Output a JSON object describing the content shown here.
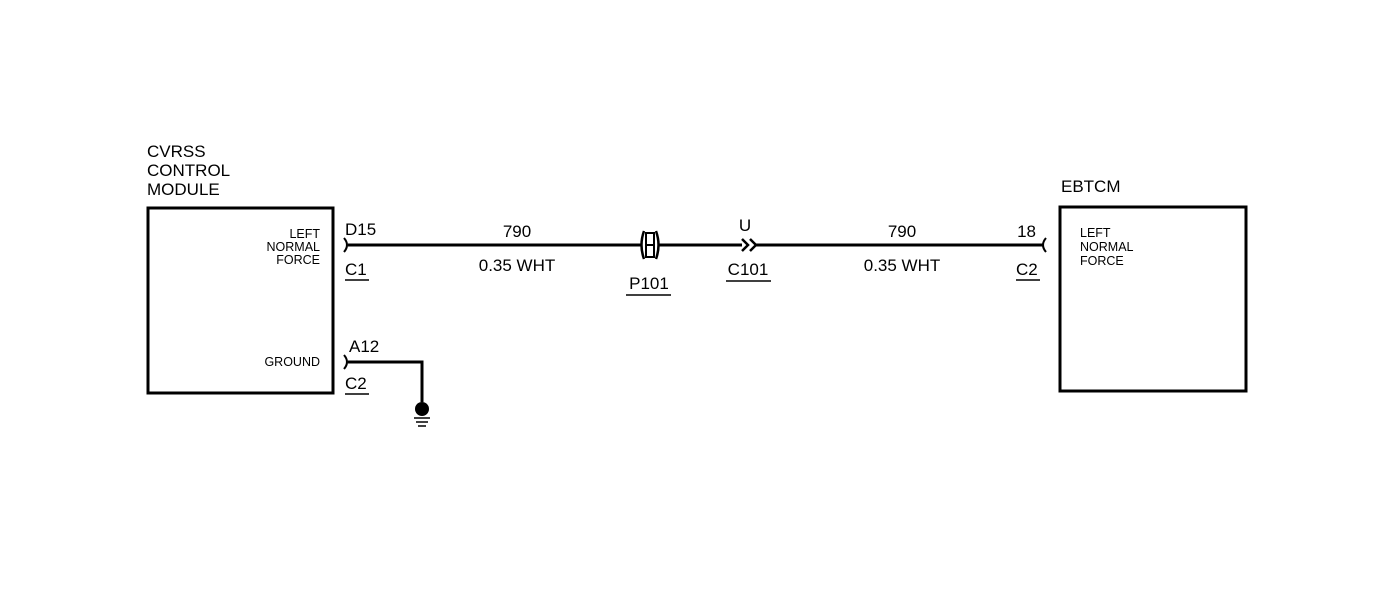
{
  "modules": {
    "cvrss": {
      "title_lines": [
        "CVRSS",
        "CONTROL",
        "MODULE"
      ],
      "pin_labels": {
        "left_normal_force": [
          "LEFT",
          "NORMAL",
          "FORCE"
        ],
        "ground": "GROUND"
      },
      "terminals": {
        "signal_pin": "D15",
        "signal_connector": "C1",
        "ground_pin": "A12",
        "ground_connector": "C2"
      }
    },
    "ebtcm": {
      "title": "EBTCM",
      "pin_label": [
        "LEFT",
        "NORMAL",
        "FORCE"
      ],
      "terminals": {
        "pin": "18",
        "connector": "C2"
      }
    }
  },
  "wires": {
    "segment_1": {
      "circuit": "790",
      "spec": "0.35 WHT"
    },
    "segment_2": {
      "circuit": "790",
      "spec": "0.35 WHT"
    }
  },
  "splice": {
    "label": "P101"
  },
  "inline_connector": {
    "pin": "U",
    "label": "C101"
  },
  "icons": [
    "ground-symbol-icon",
    "splice-pack-icon",
    "inline-connector-icon",
    "connector-terminal-icon"
  ]
}
